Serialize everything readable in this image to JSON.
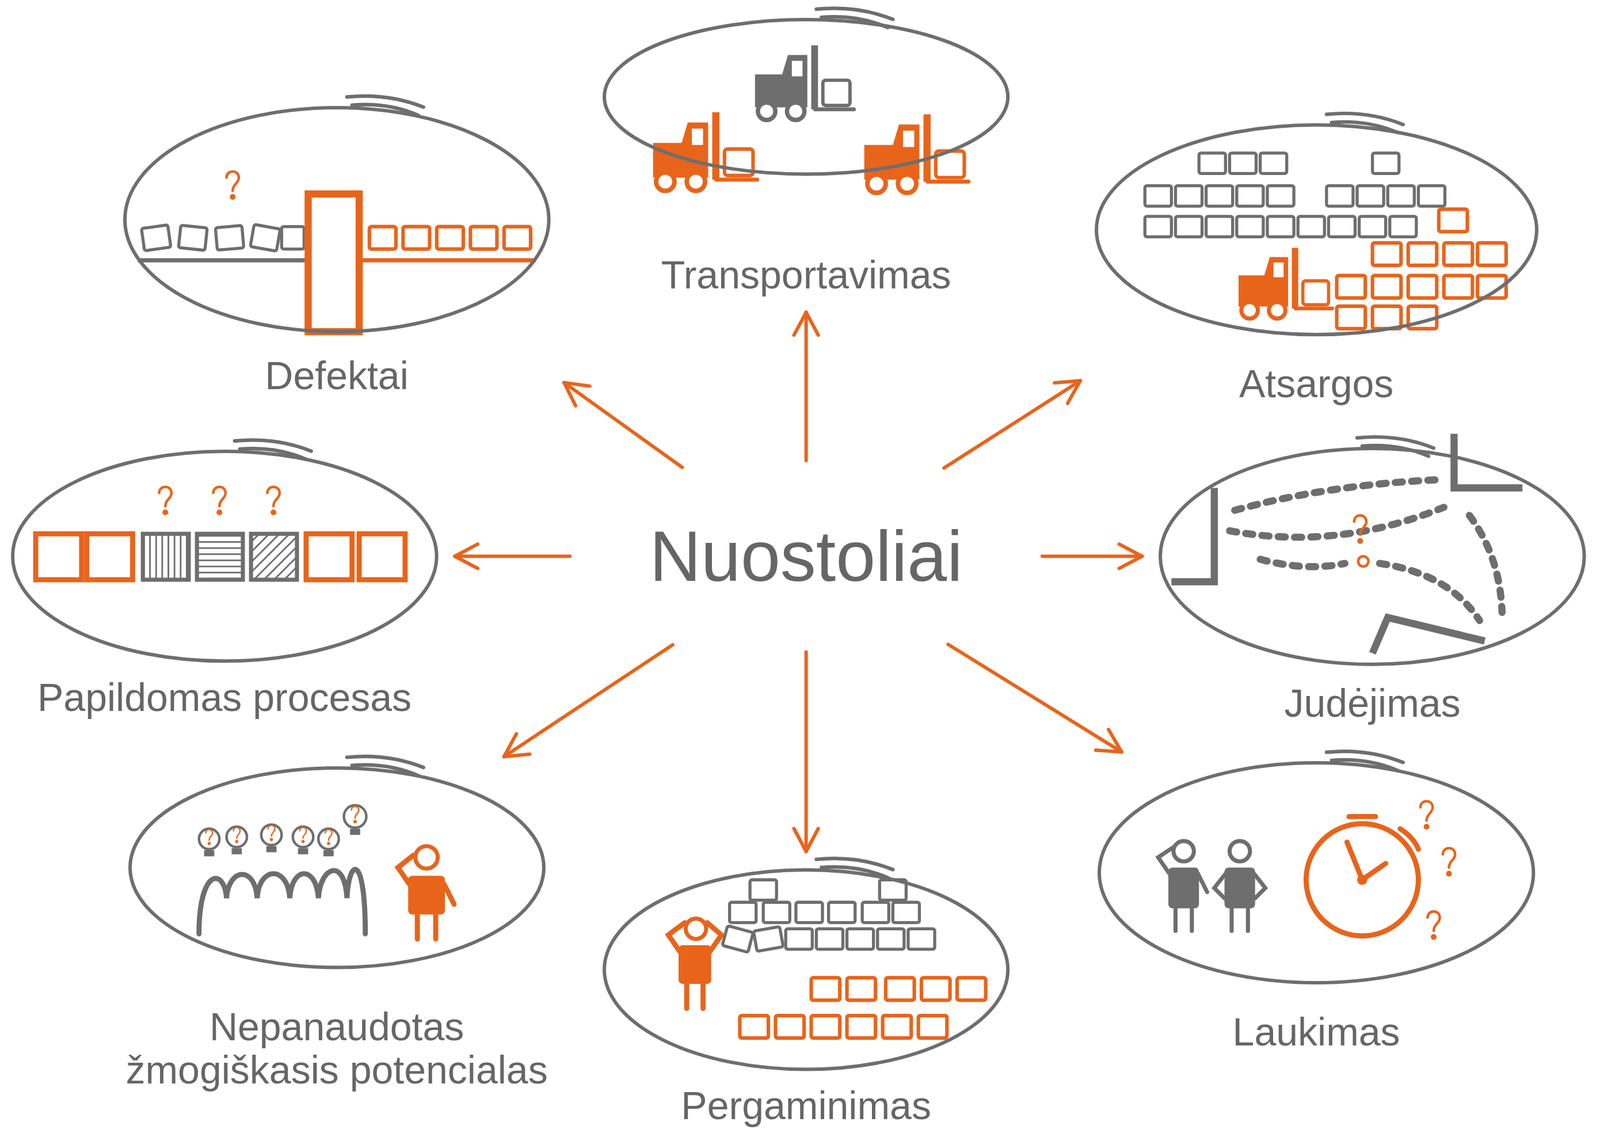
{
  "diagram": {
    "nodes": [
      {
        "text": [
          "Transportavimas"
        ]
      },
      {
        "text": [
          "Defektai"
        ]
      },
      {
        "text": [
          "Atsargos"
        ]
      },
      {
        "text": [
          "Papildomas procesas"
        ]
      },
      {
        "text": [
          "Nuostoliai"
        ]
      },
      {
        "text": [
          "Judėjimas"
        ]
      },
      {
        "text": [
          "Nepanaudotas žmogiškasis potencialas"
        ]
      },
      {
        "text": [
          "Pergaminimas"
        ]
      },
      {
        "text": [
          "Laukimas"
        ]
      }
    ],
    "edges": [
      {
        "from": 4,
        "to": 0,
        "arrow": "to"
      },
      {
        "from": 4,
        "to": 1,
        "arrow": "to"
      },
      {
        "from": 4,
        "to": 2,
        "arrow": "to"
      },
      {
        "from": 4,
        "to": 3,
        "arrow": "to"
      },
      {
        "from": 4,
        "to": 5,
        "arrow": "to"
      },
      {
        "from": 4,
        "to": 6,
        "arrow": "to"
      },
      {
        "from": 4,
        "to": 7,
        "arrow": "to"
      },
      {
        "from": 4,
        "to": 8,
        "arrow": "to"
      }
    ]
  }
}
